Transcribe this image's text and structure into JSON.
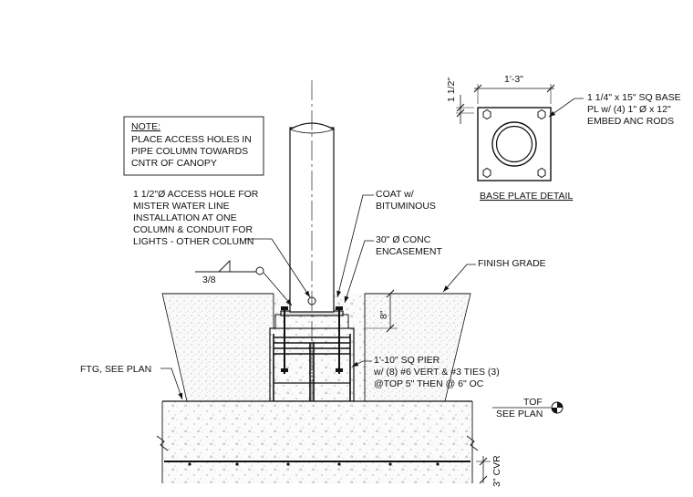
{
  "note": {
    "heading": "NOTE:",
    "lines": [
      "PLACE ACCESS HOLES IN",
      "PIPE COLUMN TOWARDS",
      "CNTR OF CANOPY"
    ]
  },
  "access_hole": {
    "lines": [
      "1 1/2\"Ø ACCESS HOLE FOR",
      "MISTER WATER LINE",
      "INSTALLATION AT ONE",
      "COLUMN & CONDUIT FOR",
      "LIGHTS - OTHER COLUMN"
    ]
  },
  "coat": {
    "lines": [
      "COAT w/",
      "BITUMINOUS"
    ]
  },
  "encasement": {
    "lines": [
      "30\" Ø CONC",
      "ENCASEMENT"
    ]
  },
  "finish_grade": "FINISH GRADE",
  "weld_size": "3/8",
  "base_plate": {
    "width_dim": "1'-3\"",
    "thickness_dim": "1 1/2\"",
    "callout": [
      "1 1/4\" x 15\" SQ BASE",
      "PL w/ (4) 1\" Ø x 12\"",
      "EMBED ANC RODS"
    ],
    "title": "BASE PLATE DETAIL"
  },
  "pier": {
    "lines": [
      "1'-10\" SQ PIER",
      "w/ (8) #6 VERT & #3 TIES (3)",
      "@TOP 5\" THEN @ 6\" OC"
    ]
  },
  "pier_height_dim": "8\"",
  "footing": "FTG, SEE PLAN",
  "tof": {
    "lines": [
      "TOF",
      "SEE PLAN"
    ]
  },
  "cover_dim": "3\" CVR"
}
